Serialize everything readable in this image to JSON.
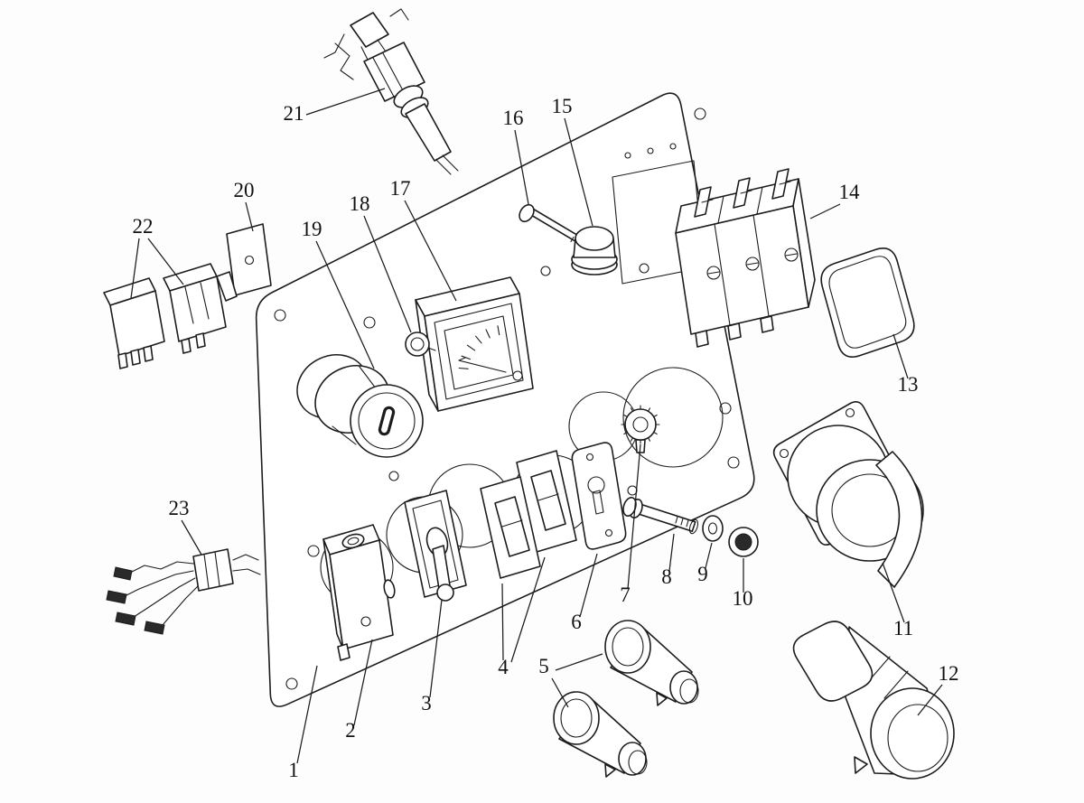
{
  "diagram": {
    "type": "exploded-parts-diagram",
    "subject": "generator control panel parts drawing",
    "background_color": "#fdfdfd",
    "line_color": "#1c1c1c",
    "part_labels": [
      "1",
      "2",
      "3",
      "4",
      "5",
      "6",
      "7",
      "8",
      "9",
      "10",
      "11",
      "12",
      "13",
      "14",
      "15",
      "16",
      "17",
      "18",
      "19",
      "20",
      "21",
      "22",
      "23"
    ]
  }
}
